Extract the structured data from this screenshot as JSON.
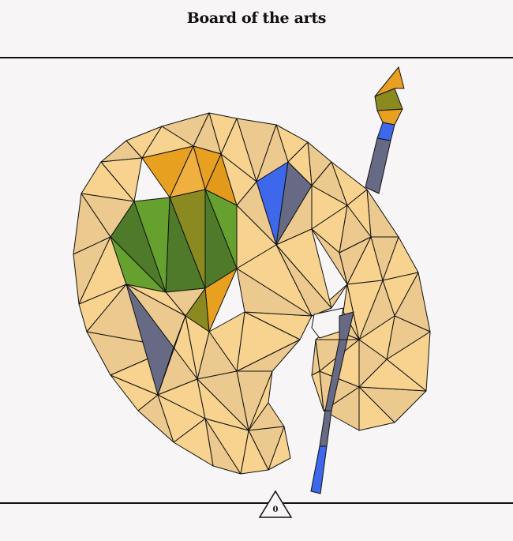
{
  "header": {
    "title": "Board of the arts"
  },
  "footer": {
    "counter_value": "0"
  },
  "colors": {
    "background": "#f7f5f6",
    "palette_light": "#f7d38f",
    "palette_mid": "#ecc98e",
    "orange": "#e8a021",
    "green_dark": "#4e7a2a",
    "green_light": "#66a12f",
    "olive": "#8a8a20",
    "blue": "#3d68ec",
    "slate": "#676a84",
    "stroke": "#111111"
  },
  "icons": [
    "palette-artwork",
    "paintbrush-artwork",
    "triangle-counter-icon"
  ]
}
